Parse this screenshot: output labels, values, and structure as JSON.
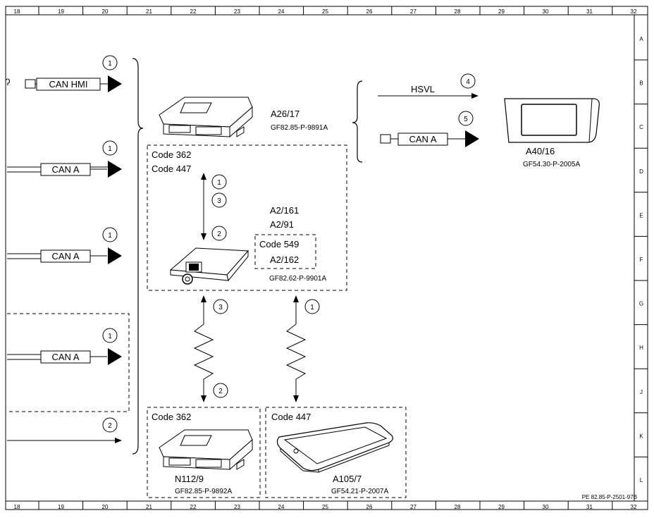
{
  "grid": {
    "columns": [
      "18",
      "19",
      "20",
      "21",
      "22",
      "23",
      "24",
      "25",
      "26",
      "27",
      "28",
      "29",
      "30",
      "31",
      "32"
    ],
    "rows": [
      "A",
      "B",
      "C",
      "D",
      "E",
      "F",
      "G",
      "H",
      "J",
      "K",
      "L"
    ]
  },
  "document_id": "PE 82.85-P-2501-97B",
  "partial_glyph": "ʔ",
  "bubbles": {
    "b_hmi": "1",
    "b_cana1": "1",
    "b_cana2": "1",
    "b_cana3": "1",
    "b_bottom": "2",
    "b_hsvl": "4",
    "b_cana_r": "5",
    "b_v1a": "1",
    "b_v1b": "3",
    "b_v1c": "2",
    "b_z1a": "3",
    "b_z1b": "2",
    "b_z2a": "1"
  },
  "signals": {
    "can_hmi": "CAN HMI",
    "can_a_1": "CAN A",
    "can_a_2": "CAN A",
    "can_a_3": "CAN A",
    "can_a_r": "CAN A",
    "hsvl": "HSVL"
  },
  "components": {
    "a26_17": {
      "id": "A26/17",
      "doc": "GF82.85-P-9891A"
    },
    "a40_16": {
      "id": "A40/16",
      "doc": "GF54.30-P-2005A"
    },
    "box_main": {
      "code1": "Code 362",
      "code2": "Code 447"
    },
    "a2_161": "A2/161",
    "a2_91": "A2/91",
    "code549": "Code 549",
    "a2_162": "A2/162",
    "a2_doc": "GF82.62-P-9901A",
    "n112_9": {
      "code": "Code 362",
      "id": "N112/9",
      "doc": "GF82.85-P-9892A"
    },
    "a105_7": {
      "code": "Code 447",
      "id": "A105/7",
      "doc": "GF54.21-P-2007A"
    }
  }
}
